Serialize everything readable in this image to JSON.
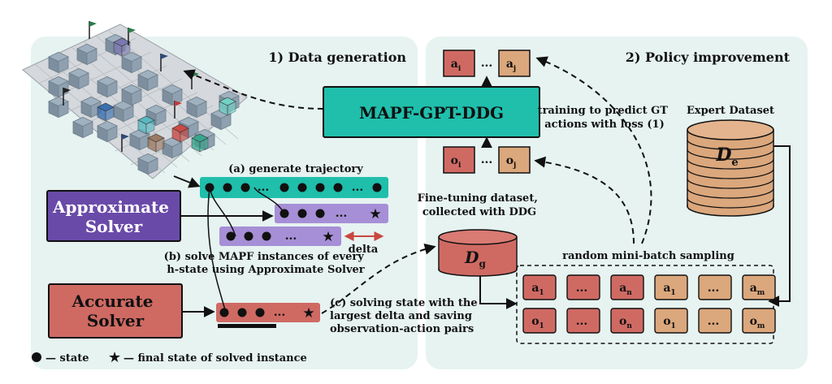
{
  "panels": {
    "left_title": "1) Data generation",
    "right_title": "2) Policy improvement"
  },
  "model": {
    "label": "MAPF-GPT-DDG"
  },
  "solvers": {
    "approximate": [
      "Approximate",
      "Solver"
    ],
    "accurate": [
      "Accurate",
      "Solver"
    ]
  },
  "trajectory": {
    "generate_label": "(a) generate trajectory",
    "ellipsis": "...",
    "delta_label": "delta",
    "solve_label": [
      "(b) solve MAPF instances of every",
      "h-state using Approximate Solver"
    ],
    "solving_label": [
      "(c) solving state with the",
      "largest delta  and saving",
      "observation-action pairs"
    ]
  },
  "actions_top": {
    "left": "a",
    "left_sub": "i",
    "dots": "...",
    "right": "a",
    "right_sub": "j"
  },
  "obs_bottom": {
    "left": "o",
    "left_sub": "i",
    "dots": "...",
    "right": "o",
    "right_sub": "j"
  },
  "training_label": [
    "training to predict GT",
    "actions with  loss (1)"
  ],
  "expert": {
    "title": "Expert Dataset",
    "symbol": "D",
    "sub": "e"
  },
  "finetune": {
    "title": [
      "Fine-tuning dataset,",
      "collected with DDG"
    ],
    "symbol": "D",
    "sub": "g"
  },
  "sampling": {
    "label": "random mini-batch sampling",
    "row_a": [
      {
        "t": "a",
        "s": "1"
      },
      {
        "t": "...",
        "s": ""
      },
      {
        "t": "a",
        "s": "n"
      },
      {
        "t": "a",
        "s": "1"
      },
      {
        "t": "...",
        "s": ""
      },
      {
        "t": "a",
        "s": "m"
      }
    ],
    "row_o": [
      {
        "t": "o",
        "s": "1"
      },
      {
        "t": "...",
        "s": ""
      },
      {
        "t": "o",
        "s": "n"
      },
      {
        "t": "o",
        "s": "1"
      },
      {
        "t": "...",
        "s": ""
      },
      {
        "t": "o",
        "s": "m"
      }
    ]
  },
  "legend": {
    "state": "— state",
    "final": "— final state of solved instance"
  },
  "colors": {
    "panel": "#e6f3f1",
    "teal": "#1fbfac",
    "purple": "#6a4aa8",
    "lavender": "#a68fd6",
    "red": "#cf6a63",
    "tan": "#dba77c",
    "dark": "#111111"
  }
}
